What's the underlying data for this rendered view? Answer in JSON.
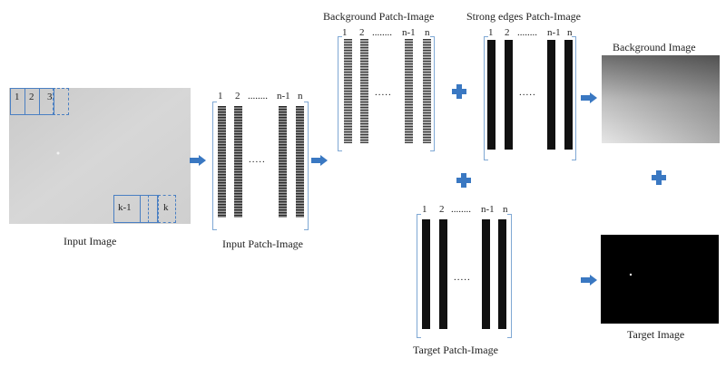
{
  "labels": {
    "input_image": "Input Image",
    "input_patch": "Input Patch-Image",
    "background_patch": "Background Patch-Image",
    "strong_edges_patch": "Strong edges Patch-Image",
    "target_patch": "Target Patch-Image",
    "background_image": "Background Image",
    "target_image": "Target Image"
  },
  "patch_indices": {
    "first": "1",
    "second": "2",
    "dots": "........",
    "n_minus_1": "n-1",
    "n": "n",
    "mid_dots": "....."
  },
  "input_boxes": {
    "b1": "1",
    "b2": "2",
    "b3": "3",
    "bk1": "k-1",
    "bk": "k"
  },
  "colors": {
    "arrow": "#3a78c2",
    "plus": "#3a78c2",
    "bracket": "#7fa8d4",
    "box_border": "#4a7fc2"
  },
  "icons": {
    "arrow": "right-arrow-icon",
    "plus": "plus-icon"
  }
}
